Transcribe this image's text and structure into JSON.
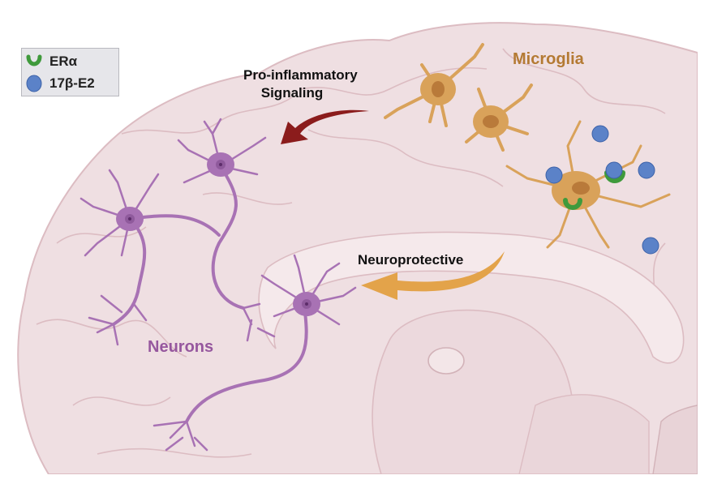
{
  "title": "Estrogen receptor signaling between microglia and neurons",
  "legend": {
    "items": [
      {
        "symbol": "receptor-cup-icon",
        "label": "ERα",
        "color": "#3f9a3c"
      },
      {
        "symbol": "circle-icon",
        "label": "17β-E2",
        "color": "#5b82c8"
      }
    ]
  },
  "labels": {
    "pro_inflammatory_line1": "Pro-inflammatory",
    "pro_inflammatory_line2": "Signaling",
    "microglia": "Microglia",
    "neuroprotective": "Neuroprotective",
    "neurons": "Neurons"
  },
  "colors": {
    "brain_fill": "#efdfe2",
    "brain_outline": "#dcbcc2",
    "microglia": "#d9a25a",
    "microglia_outline": "#b57a36",
    "neuron": "#a872b4",
    "neuron_outline": "#8a4f98",
    "pro_inflammatory_arrow": "#8b1c1c",
    "neuroprotective_arrow": "#e3a34a",
    "microglia_label": "#b47a33",
    "neurons_label": "#96579e",
    "receptor": "#3f9a3c",
    "estradiol": "#5b82c8"
  }
}
